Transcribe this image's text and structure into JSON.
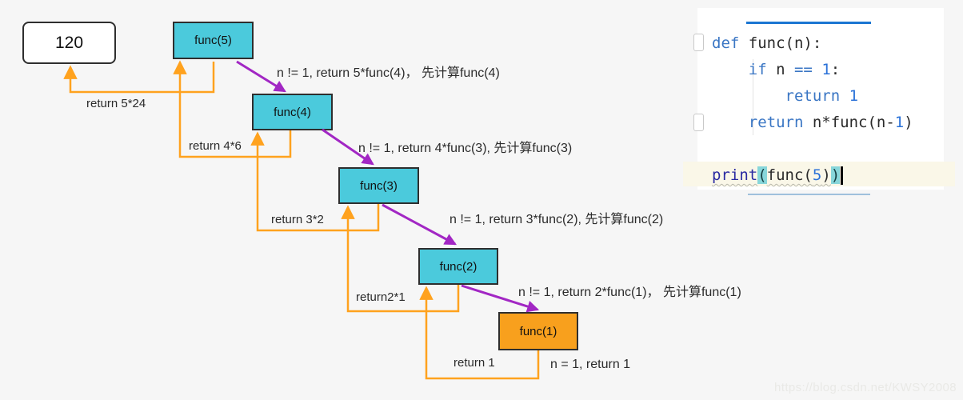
{
  "page": {
    "background": "#f6f6f6",
    "watermark": "https://blog.csdn.net/KWSY2008"
  },
  "diagram": {
    "result_box": {
      "label": "120"
    },
    "boxes": [
      {
        "label": "func(5)",
        "fill": "#4bcadc"
      },
      {
        "label": "func(4)",
        "fill": "#4bcadc"
      },
      {
        "label": "func(3)",
        "fill": "#4bcadc"
      },
      {
        "label": "func(2)",
        "fill": "#4bcadc"
      },
      {
        "label": "func(1)",
        "fill": "#f8a01d"
      }
    ],
    "call_labels": [
      "n != 1, return 5*func(4)， 先计算func(4)",
      "n != 1, return 4*func(3), 先计算func(3)",
      "n != 1, return 3*func(2), 先计算func(2)",
      "n != 1, return 2*func(1)， 先计算func(1)"
    ],
    "base_label": "n = 1, return 1",
    "return_labels": [
      "return 5*24",
      "return 4*6",
      "return 3*2",
      "return2*1",
      "return 1"
    ],
    "colors": {
      "call_arrow": "#a227c4",
      "return_arrow": "#ffa21e",
      "box_border": "#2e2e2e",
      "cyan_box": "#4bcadc",
      "orange_box": "#f8a01d"
    }
  },
  "code": {
    "lines": [
      {
        "segments": [
          {
            "type": "keyword",
            "text": "def "
          },
          {
            "type": "plain",
            "text": "func(n):"
          }
        ]
      },
      {
        "segments": [
          {
            "type": "plain",
            "text": "    "
          },
          {
            "type": "keyword",
            "text": "if "
          },
          {
            "type": "plain",
            "text": "n "
          },
          {
            "type": "keyword",
            "text": "== "
          },
          {
            "type": "number",
            "text": "1"
          },
          {
            "type": "plain",
            "text": ":"
          }
        ]
      },
      {
        "segments": [
          {
            "type": "plain",
            "text": "        "
          },
          {
            "type": "keyword",
            "text": "return "
          },
          {
            "type": "number",
            "text": "1"
          }
        ]
      },
      {
        "segments": [
          {
            "type": "plain",
            "text": "    "
          },
          {
            "type": "keyword",
            "text": "return "
          },
          {
            "type": "plain",
            "text": "n*func(n-"
          },
          {
            "type": "number",
            "text": "1"
          },
          {
            "type": "plain",
            "text": ")"
          }
        ]
      },
      {
        "segments": [
          {
            "type": "plain",
            "text": " "
          }
        ]
      },
      {
        "highlighted": true,
        "segments": [
          {
            "type": "builtin",
            "text": "print",
            "squiggle": true
          },
          {
            "type": "paren-highlight",
            "text": "("
          },
          {
            "type": "plain",
            "text": "func(",
            "squiggle": true
          },
          {
            "type": "number",
            "text": "5",
            "squiggle": true
          },
          {
            "type": "plain",
            "text": ")",
            "squiggle": true
          },
          {
            "type": "paren-highlight",
            "text": ")"
          },
          {
            "type": "cursor",
            "text": ""
          }
        ]
      }
    ]
  }
}
